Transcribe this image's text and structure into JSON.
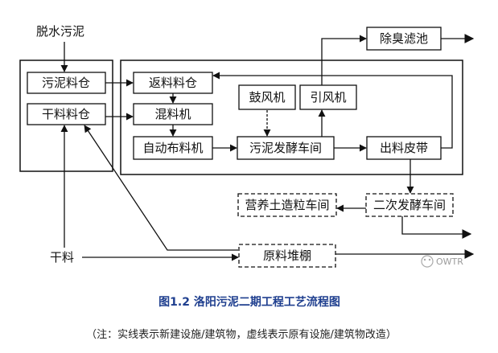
{
  "diagram": {
    "nodes": {
      "dewatered_sludge": "脱水污泥",
      "sludge_bin": "污泥料仓",
      "dry_material_bin": "干料料仓",
      "return_bin": "返料料仓",
      "mixer": "混料机",
      "auto_distributor": "自动布料机",
      "blower": "鼓风机",
      "induced_fan": "引风机",
      "fermentation_workshop": "污泥发酵车间",
      "discharge_belt": "出料皮带",
      "deodor_tank": "除臭滤池",
      "secondary_fermentation": "二次发酵车间",
      "granulation_workshop": "营养土造粒车间",
      "raw_material_shed": "原料堆棚",
      "dry_material": "干料"
    },
    "caption": "图1.2 洛阳污泥二期工程工艺流程图",
    "note": "（注：实线表示新建设施/建筑物，虚线表示原有设施/建筑物改造）",
    "watermark": "OWTR"
  }
}
